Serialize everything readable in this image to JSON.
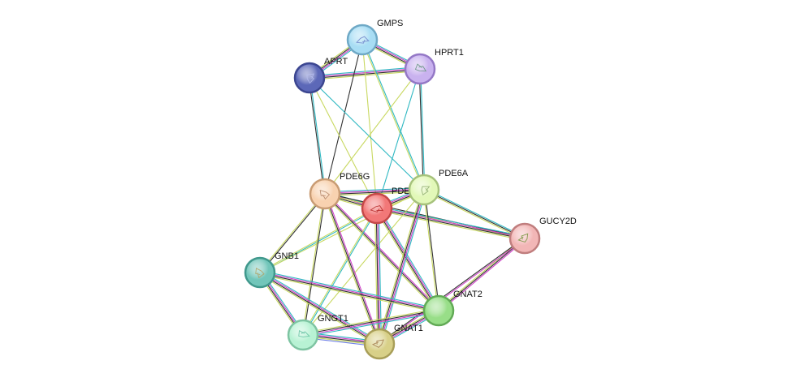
{
  "network": {
    "edge_palette": [
      "#2fb8c2",
      "#d040c8",
      "#303030",
      "#c8d860",
      "#7080e8"
    ],
    "nodes": [
      {
        "id": "GMPS",
        "label": "GMPS",
        "fill": "#a8ddf4",
        "stroke": "#6fa9c6",
        "glyph": "#6a7fc8"
      },
      {
        "id": "APRT",
        "label": "APRT",
        "fill": "#5c68b8",
        "stroke": "#3c4690",
        "glyph": "#b8bff0"
      },
      {
        "id": "HPRT1",
        "label": "HPRT1",
        "fill": "#c9b2ef",
        "stroke": "#9478c6",
        "glyph": "#5f8f7a"
      },
      {
        "id": "PDE6G",
        "label": "PDE6G",
        "fill": "#f8d2b0",
        "stroke": "#c99c74",
        "glyph": "#b08060"
      },
      {
        "id": "PDE6B",
        "label": "PDE",
        "fill": "#f27878",
        "stroke": "#c44848",
        "glyph": "#b02020"
      },
      {
        "id": "PDE6A",
        "label": "PDE6A",
        "fill": "#e2f8b8",
        "stroke": "#a6c27c",
        "glyph": "#8aa86a"
      },
      {
        "id": "GUCY2D",
        "label": "GUCY2D",
        "fill": "#f2b6b6",
        "stroke": "#c07e7e",
        "glyph": "#6a8e30"
      },
      {
        "id": "GNB1",
        "label": "GNB1",
        "fill": "#72c6ba",
        "stroke": "#40988c",
        "glyph": "#b0a060"
      },
      {
        "id": "GNAT2",
        "label": "GNAT2",
        "fill": "#98de88",
        "stroke": "#62aa56",
        "glyph": "#98de88"
      },
      {
        "id": "GNGT1",
        "label": "GNGT1",
        "fill": "#b8f2d4",
        "stroke": "#7ec4a2",
        "glyph": "#60c0a0"
      },
      {
        "id": "GNAT1",
        "label": "GNAT1",
        "fill": "#d8d088",
        "stroke": "#a89e58",
        "glyph": "#a07848"
      }
    ],
    "edges": [
      {
        "source": "GMPS",
        "target": "APRT",
        "types": [
          0,
          1,
          2,
          3
        ]
      },
      {
        "source": "GMPS",
        "target": "HPRT1",
        "types": [
          0,
          1,
          2,
          3
        ]
      },
      {
        "source": "APRT",
        "target": "HPRT1",
        "types": [
          0,
          1,
          2,
          3
        ]
      },
      {
        "source": "GMPS",
        "target": "PDE6G",
        "types": [
          2
        ]
      },
      {
        "source": "GMPS",
        "target": "PDE6B",
        "types": [
          3
        ]
      },
      {
        "source": "GMPS",
        "target": "PDE6A",
        "types": [
          0,
          3
        ]
      },
      {
        "source": "APRT",
        "target": "PDE6G",
        "types": [
          0,
          2
        ]
      },
      {
        "source": "APRT",
        "target": "PDE6B",
        "types": [
          3
        ]
      },
      {
        "source": "APRT",
        "target": "PDE6A",
        "types": [
          0
        ]
      },
      {
        "source": "HPRT1",
        "target": "PDE6G",
        "types": [
          3
        ]
      },
      {
        "source": "HPRT1",
        "target": "PDE6B",
        "types": [
          0
        ]
      },
      {
        "source": "HPRT1",
        "target": "PDE6A",
        "types": [
          0,
          2
        ]
      },
      {
        "source": "PDE6G",
        "target": "PDE6B",
        "types": [
          0,
          1,
          2,
          3
        ]
      },
      {
        "source": "PDE6G",
        "target": "PDE6A",
        "types": [
          0,
          1,
          2,
          3
        ]
      },
      {
        "source": "PDE6B",
        "target": "PDE6A",
        "types": [
          0,
          1,
          2,
          3
        ]
      },
      {
        "source": "PDE6G",
        "target": "GUCY2D",
        "types": [
          2,
          3
        ]
      },
      {
        "source": "PDE6B",
        "target": "GUCY2D",
        "types": [
          0,
          1,
          2,
          3
        ]
      },
      {
        "source": "PDE6A",
        "target": "GUCY2D",
        "types": [
          0,
          2,
          3
        ]
      },
      {
        "source": "PDE6G",
        "target": "GNB1",
        "types": [
          2,
          3
        ]
      },
      {
        "source": "PDE6B",
        "target": "GNB1",
        "types": [
          0,
          3
        ]
      },
      {
        "source": "PDE6A",
        "target": "GNB1",
        "types": [
          3
        ]
      },
      {
        "source": "PDE6G",
        "target": "GNAT2",
        "types": [
          1,
          2,
          3
        ]
      },
      {
        "source": "PDE6B",
        "target": "GNAT2",
        "types": [
          0,
          1,
          2,
          3
        ]
      },
      {
        "source": "PDE6A",
        "target": "GNAT2",
        "types": [
          2,
          3
        ]
      },
      {
        "source": "PDE6G",
        "target": "GNGT1",
        "types": [
          2,
          3
        ]
      },
      {
        "source": "PDE6B",
        "target": "GNGT1",
        "types": [
          0,
          3
        ]
      },
      {
        "source": "PDE6A",
        "target": "GNGT1",
        "types": [
          3
        ]
      },
      {
        "source": "PDE6G",
        "target": "GNAT1",
        "types": [
          1,
          2,
          3
        ]
      },
      {
        "source": "PDE6B",
        "target": "GNAT1",
        "types": [
          0,
          1,
          2,
          3
        ]
      },
      {
        "source": "PDE6A",
        "target": "GNAT1",
        "types": [
          0,
          1,
          2,
          3
        ]
      },
      {
        "source": "GUCY2D",
        "target": "GNAT2",
        "types": [
          1,
          2,
          3
        ]
      },
      {
        "source": "GUCY2D",
        "target": "GNAT1",
        "types": [
          1,
          2
        ]
      },
      {
        "source": "GNB1",
        "target": "GNAT2",
        "types": [
          0,
          1,
          2,
          3
        ]
      },
      {
        "source": "GNB1",
        "target": "GNGT1",
        "types": [
          0,
          1,
          2,
          3
        ]
      },
      {
        "source": "GNB1",
        "target": "GNAT1",
        "types": [
          0,
          1,
          2,
          3
        ]
      },
      {
        "source": "GNAT2",
        "target": "GNGT1",
        "types": [
          0,
          1,
          2,
          3
        ]
      },
      {
        "source": "GNAT2",
        "target": "GNAT1",
        "types": [
          0,
          1,
          2,
          3
        ]
      },
      {
        "source": "GNGT1",
        "target": "GNAT1",
        "types": [
          0,
          1,
          2,
          3,
          4
        ]
      }
    ]
  }
}
